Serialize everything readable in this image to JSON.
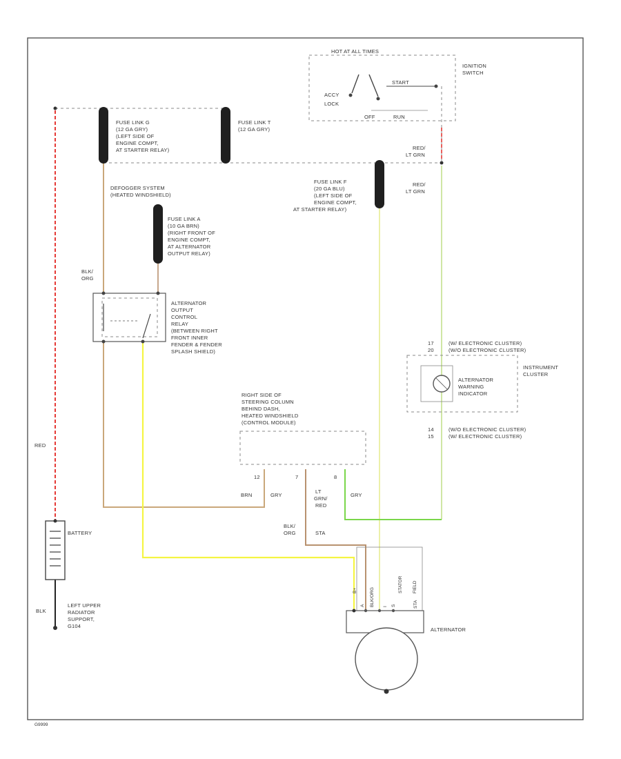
{
  "colors": {
    "red_wire": "#e53935",
    "tan_wire": "#c9a77a",
    "yellow_wire": "#f5f542",
    "light_yellow_wire": "#ecf0a8",
    "green_wire": "#7ad64a",
    "light_green_wire": "#cfe6a4",
    "brown_wire": "#b8916e",
    "black_wire": "#222222"
  },
  "switch": {
    "title": "HOT AT ALL TIMES",
    "name_line1": "IGNITION",
    "name_line2": "SWITCH",
    "accy": "ACCY",
    "lock": "LOCK",
    "start": "START",
    "off": "OFF",
    "run": "RUN"
  },
  "fuse_g": [
    "FUSE LINK G",
    "(12 GA GRY)",
    "(LEFT SIDE OF",
    "ENGINE COMPT,",
    "AT STARTER RELAY)"
  ],
  "fuse_t": [
    "FUSE LINK T",
    "(12 GA GRY)"
  ],
  "fuse_f": [
    "FUSE LINK F",
    "(20 GA BLU)",
    "(LEFT SIDE OF",
    "ENGINE COMPT,",
    "AT STARTER RELAY)"
  ],
  "fuse_a": [
    "FUSE LINK A",
    "(10 GA BRN)",
    "(RIGHT FRONT OF",
    "ENGINE COMPT,",
    "AT ALTERNATOR",
    "OUTPUT RELAY)"
  ],
  "defogger": [
    "DEFOGGER SYSTEM",
    "(HEATED WINDSHIELD)"
  ],
  "wire_red_ltgrn_top": [
    "RED/",
    "LT GRN"
  ],
  "wire_red_ltgrn_mid": [
    "RED/",
    "LT GRN"
  ],
  "wire_blk_org_relay": [
    "BLK/",
    "ORG"
  ],
  "relay": [
    "ALTERNATOR",
    "OUTPUT",
    "CONTROL",
    "RELAY",
    "(BETWEEN RIGHT",
    "FRONT INNER",
    "FENDER & FENDER",
    "SPLASH SHIELD)"
  ],
  "cluster": {
    "pin_top": [
      "17",
      "20"
    ],
    "conn_top": [
      "(W/ ELECTRONIC CLUSTER)",
      "(W/O ELECTRONIC CLUSTER)"
    ],
    "name": [
      "INSTRUMENT",
      "CLUSTER"
    ],
    "lamp": [
      "ALTERNATOR",
      "WARNING",
      "INDICATOR"
    ],
    "pin_bottom": [
      "14",
      "15"
    ],
    "conn_bottom": [
      "(W/O ELECTRONIC CLUSTER)",
      "(W/ ELECTRONIC CLUSTER)"
    ]
  },
  "module": [
    "RIGHT SIDE OF",
    "STEERING COLUMN",
    "BEHIND DASH,",
    "HEATED WINDSHIELD",
    "(CONTROL MODULE)"
  ],
  "module_pins": [
    "12",
    "7",
    "8"
  ],
  "wire_brn": "BRN",
  "wire_gry": "GRY",
  "wire_ltgrn_red": [
    "LT",
    "GRN/",
    "RED"
  ],
  "wire_blk_org_bottom": [
    "BLK/",
    "ORG"
  ],
  "wire_sta": "STA",
  "wire_red_side": "RED",
  "battery": "BATTERY",
  "wire_blk": "BLK",
  "ground": [
    "LEFT UPPER",
    "RADIATOR",
    "SUPPORT,",
    "G104"
  ],
  "alternator": "ALTERNATOR",
  "alt_terminals": [
    "B+",
    "BLK/ORG",
    "A",
    "STATOR",
    "I",
    "FIELD",
    "S",
    "STA"
  ],
  "footer_code": "G9999"
}
